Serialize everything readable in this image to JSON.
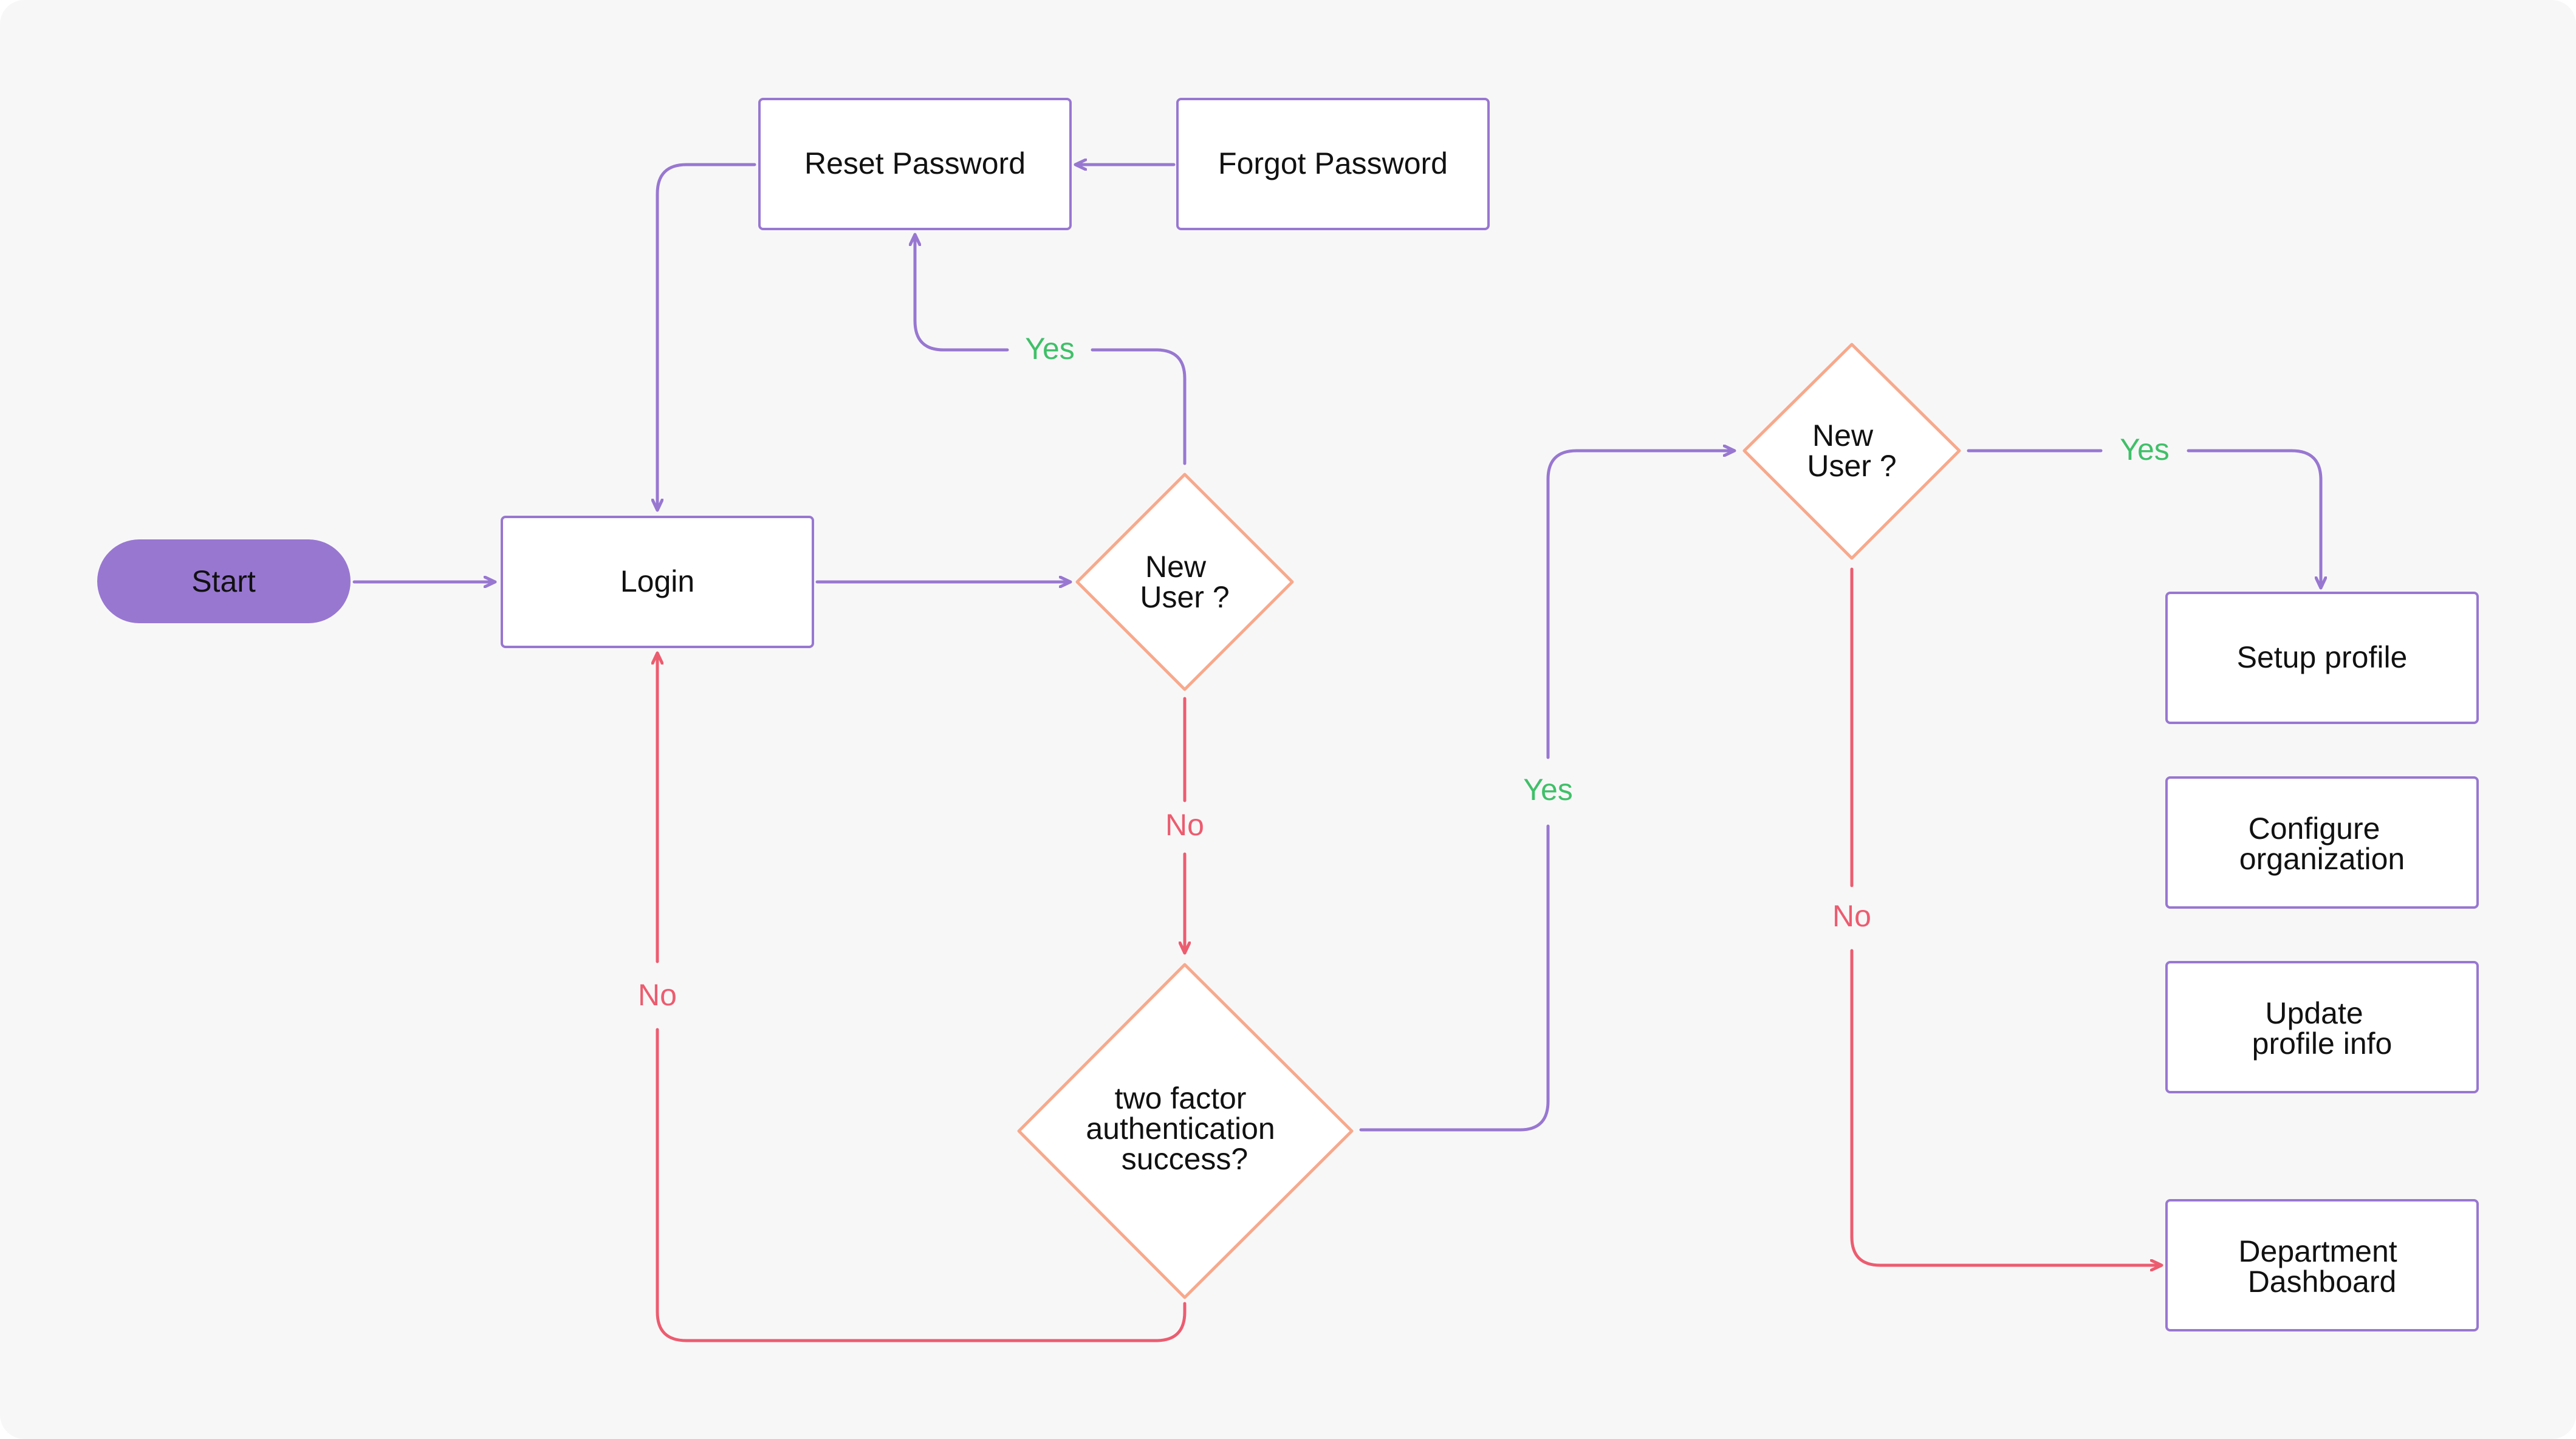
{
  "nodes": {
    "start": "Start",
    "login": "Login",
    "reset_password": "Reset Password",
    "forgot_password": "Forgot Password",
    "new_user_1": [
      "New",
      "User ?"
    ],
    "two_factor": [
      "two factor",
      "authentication",
      "success?"
    ],
    "new_user_2": [
      "New",
      "User ?"
    ],
    "setup_profile": "Setup profile",
    "configure_org": [
      "Configure",
      "organization"
    ],
    "update_profile": [
      "Update",
      "profile info"
    ],
    "department_dashboard": [
      "Department",
      "Dashboard"
    ]
  },
  "edge_labels": {
    "yes_reset": "Yes",
    "no_2fa": "No",
    "no_login": "No",
    "yes_new_user": "Yes",
    "yes_setup": "Yes",
    "no_dashboard": "No"
  },
  "colors": {
    "background": "#f8f7f8",
    "purple": "#9877d1",
    "start_fill": "#9877d1",
    "red": "#ec5c6f",
    "green": "#3fc068",
    "orange": "#f7a98c",
    "text": "#111111"
  }
}
